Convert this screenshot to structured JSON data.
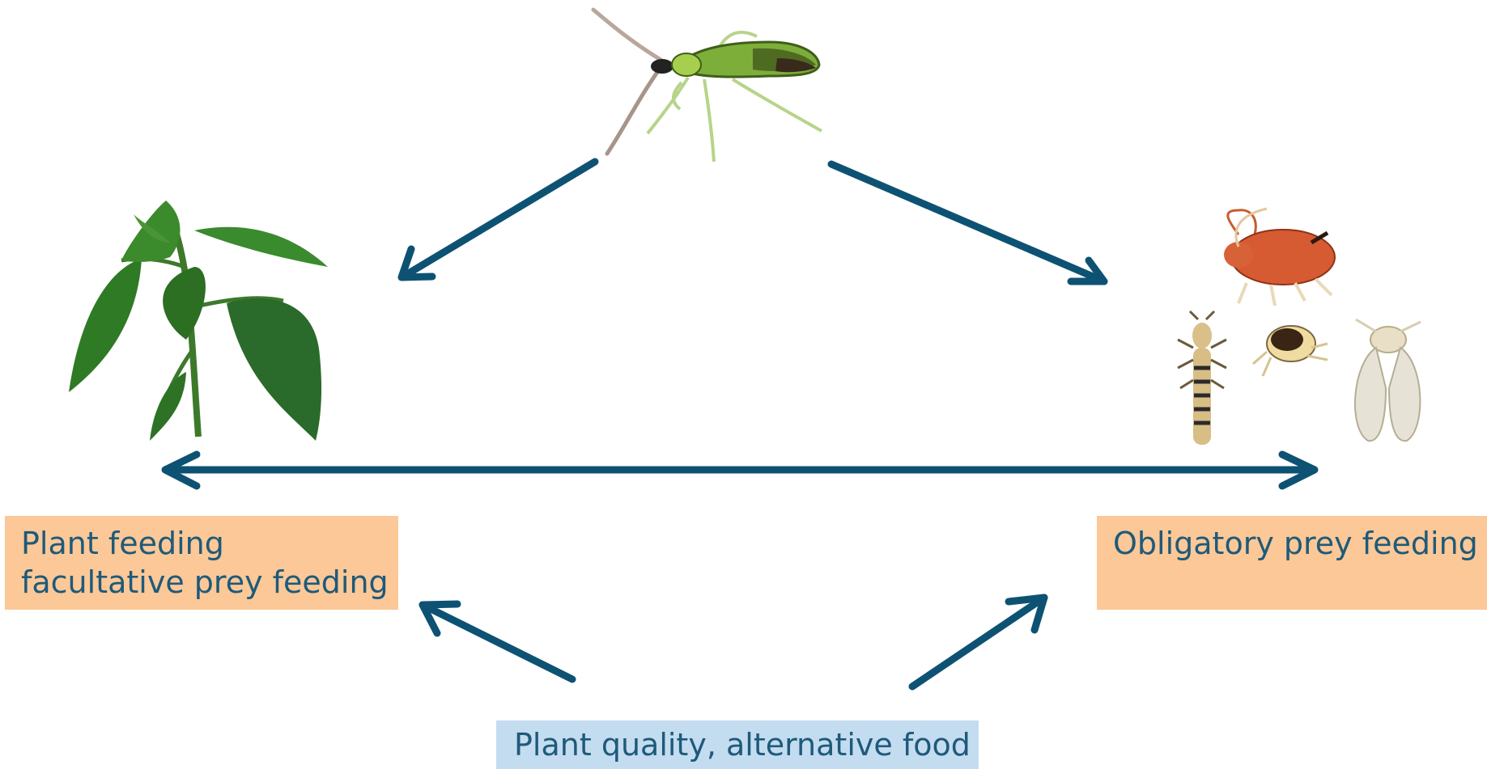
{
  "labels": {
    "left_line1": "Plant feeding",
    "left_line2": "facultative prey feeding",
    "right": "Obligatory prey feeding",
    "bottom": "Plant quality, alternative food"
  },
  "colors": {
    "arrow": "#0e5273",
    "text": "#1e5a7a",
    "box_orange": "#fcc897",
    "box_blue": "#c4dcf0"
  },
  "icons": [
    "mirid-bug-icon",
    "pepper-plant-icon",
    "aphid-icon",
    "thrips-icon",
    "spider-mite-icon",
    "whitefly-icon"
  ]
}
